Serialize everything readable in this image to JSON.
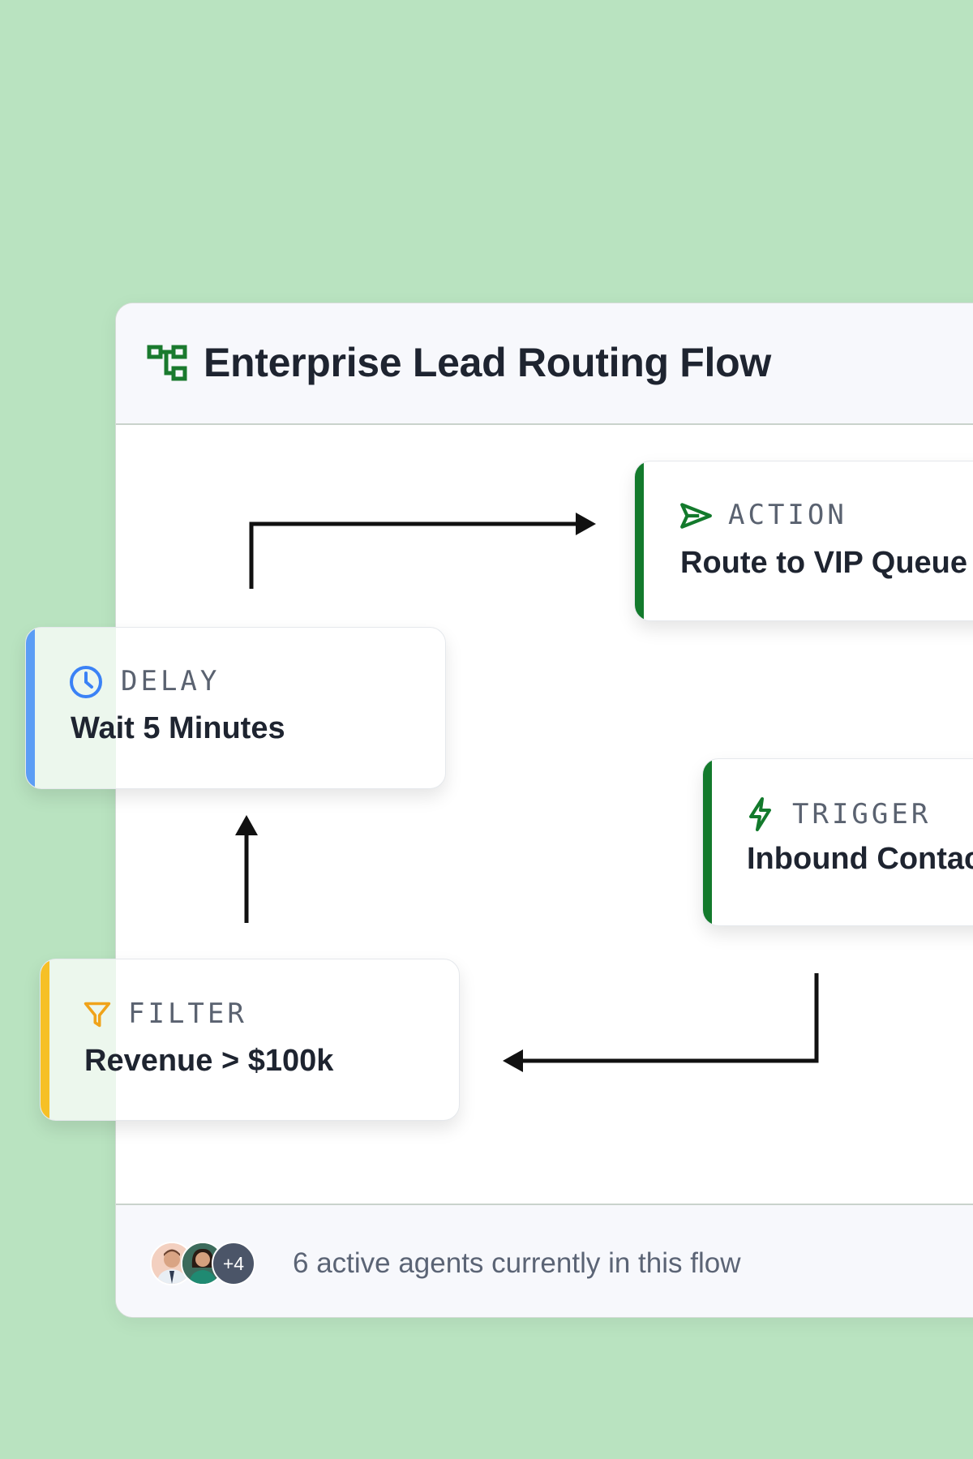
{
  "flow": {
    "title": "Enterprise Lead Routing Flow",
    "icon": "flow-diagram-icon",
    "accent_color": "#1a7a2e"
  },
  "nodes": {
    "action": {
      "kind": "ACTION",
      "title": "Route to VIP Queue",
      "icon": "send-icon",
      "color": "#137a2c"
    },
    "delay": {
      "kind": "DELAY",
      "title": "Wait 5 Minutes",
      "icon": "clock-icon",
      "color": "#5b9df5"
    },
    "trigger": {
      "kind": "TRIGGER",
      "title": "Inbound Contact",
      "icon": "lightning-icon",
      "color": "#137a2c"
    },
    "filter": {
      "kind": "FILTER",
      "title": "Revenue > $100k",
      "icon": "filter-icon",
      "color": "#f6c026"
    }
  },
  "footer": {
    "more_count": "+4",
    "status": "6 active agents currently in this flow"
  }
}
